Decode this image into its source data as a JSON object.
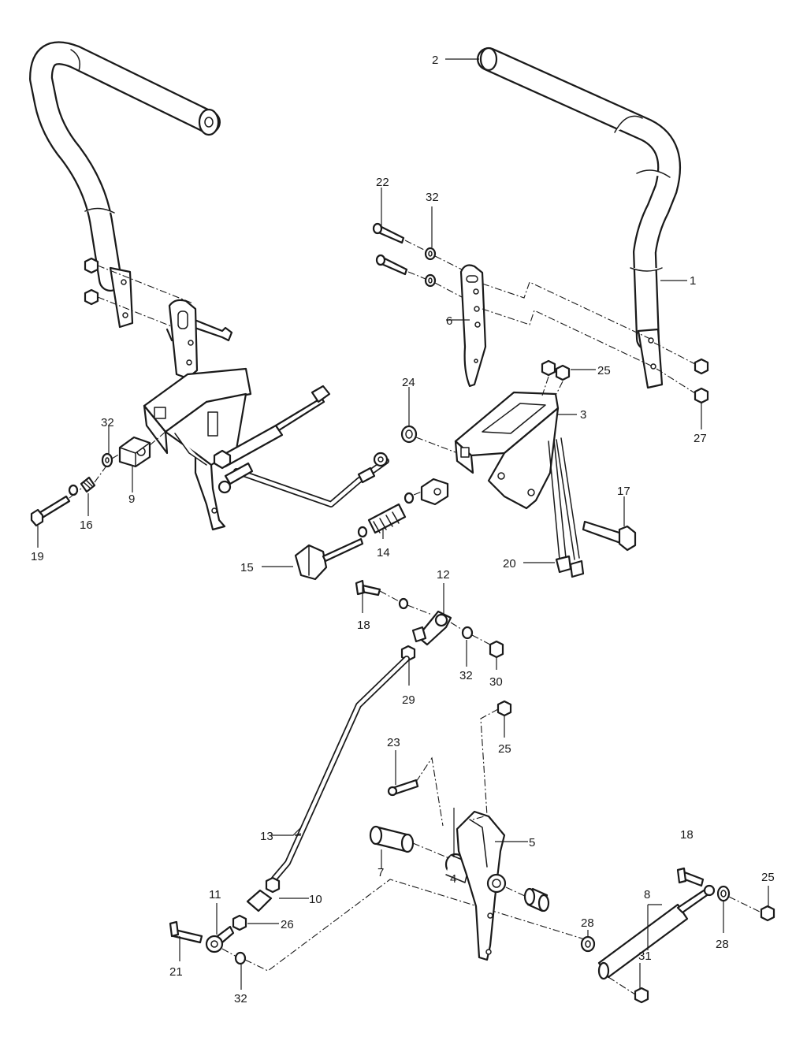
{
  "callouts": {
    "c1": "1",
    "c2": "2",
    "c3": "3",
    "c4": "4",
    "c5": "5",
    "c6": "6",
    "c7": "7",
    "c8": "8",
    "c9": "9",
    "c10": "10",
    "c11": "11",
    "c12": "12",
    "c13": "13",
    "c14": "14",
    "c15": "15",
    "c16": "16",
    "c17": "17",
    "c18a": "18",
    "c18b": "18",
    "c19": "19",
    "c20": "20",
    "c21": "21",
    "c22": "22",
    "c23": "23",
    "c24": "24",
    "c25a": "25",
    "c25b": "25",
    "c25c": "25",
    "c26": "26",
    "c27": "27",
    "c28a": "28",
    "c28b": "28",
    "c29": "29",
    "c30": "30",
    "c31": "31",
    "c32a": "32",
    "c32b": "32",
    "c32c": "32",
    "c32d": "32"
  }
}
